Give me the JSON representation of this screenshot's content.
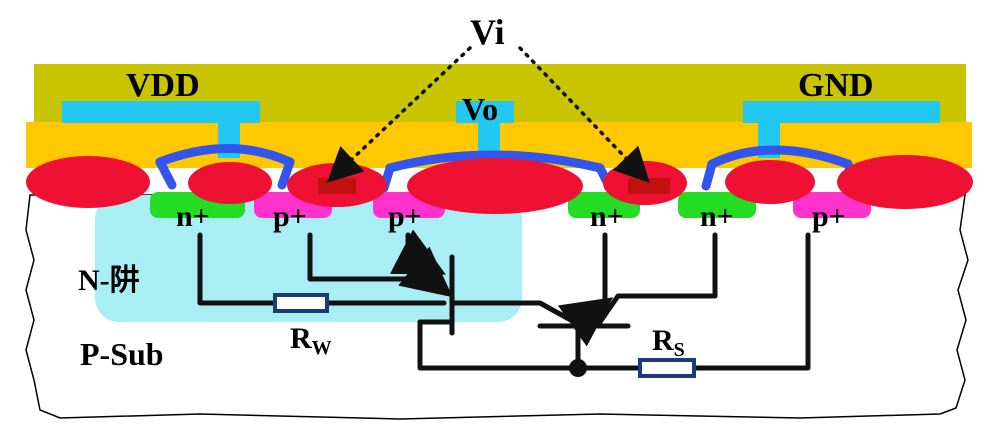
{
  "labels": {
    "vi": "Vi",
    "vdd": "VDD",
    "gnd": "GND",
    "vo": "Vo",
    "n_plus": "n+",
    "p_plus": "p+",
    "n_well": "N-阱",
    "p_sub": "P-Sub",
    "rw_main": "R",
    "rw_sub": "W",
    "rs_main": "R",
    "rs_sub": "S"
  },
  "colors": {
    "metal_top": "#c8c400",
    "metal_contact": "#22c8f0",
    "oxide": "#ffc800",
    "field_oxide": "#ee1133",
    "gate_poly": "#c01010",
    "n_diffusion": "#22dd22",
    "p_diffusion": "#ff33cc",
    "n_well": "#a8eef4",
    "interconnect": "#3355ee",
    "resistor": "#1a3d7a"
  }
}
